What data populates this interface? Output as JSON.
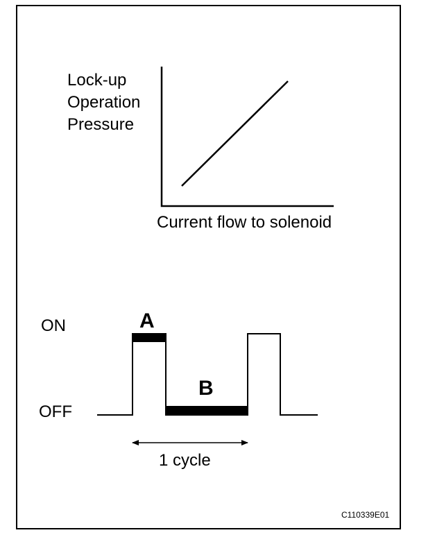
{
  "graph": {
    "y_label_lines": [
      "Lock-up",
      "Operation",
      "Pressure"
    ],
    "x_label": "Current flow to solenoid"
  },
  "waveform": {
    "on_label": "ON",
    "off_label": "OFF",
    "segment_a_label": "A",
    "segment_b_label": "B",
    "cycle_label": "1 cycle"
  },
  "figure_code": "C110339E01",
  "colors": {
    "ink": "#000000",
    "background": "#ffffff"
  }
}
